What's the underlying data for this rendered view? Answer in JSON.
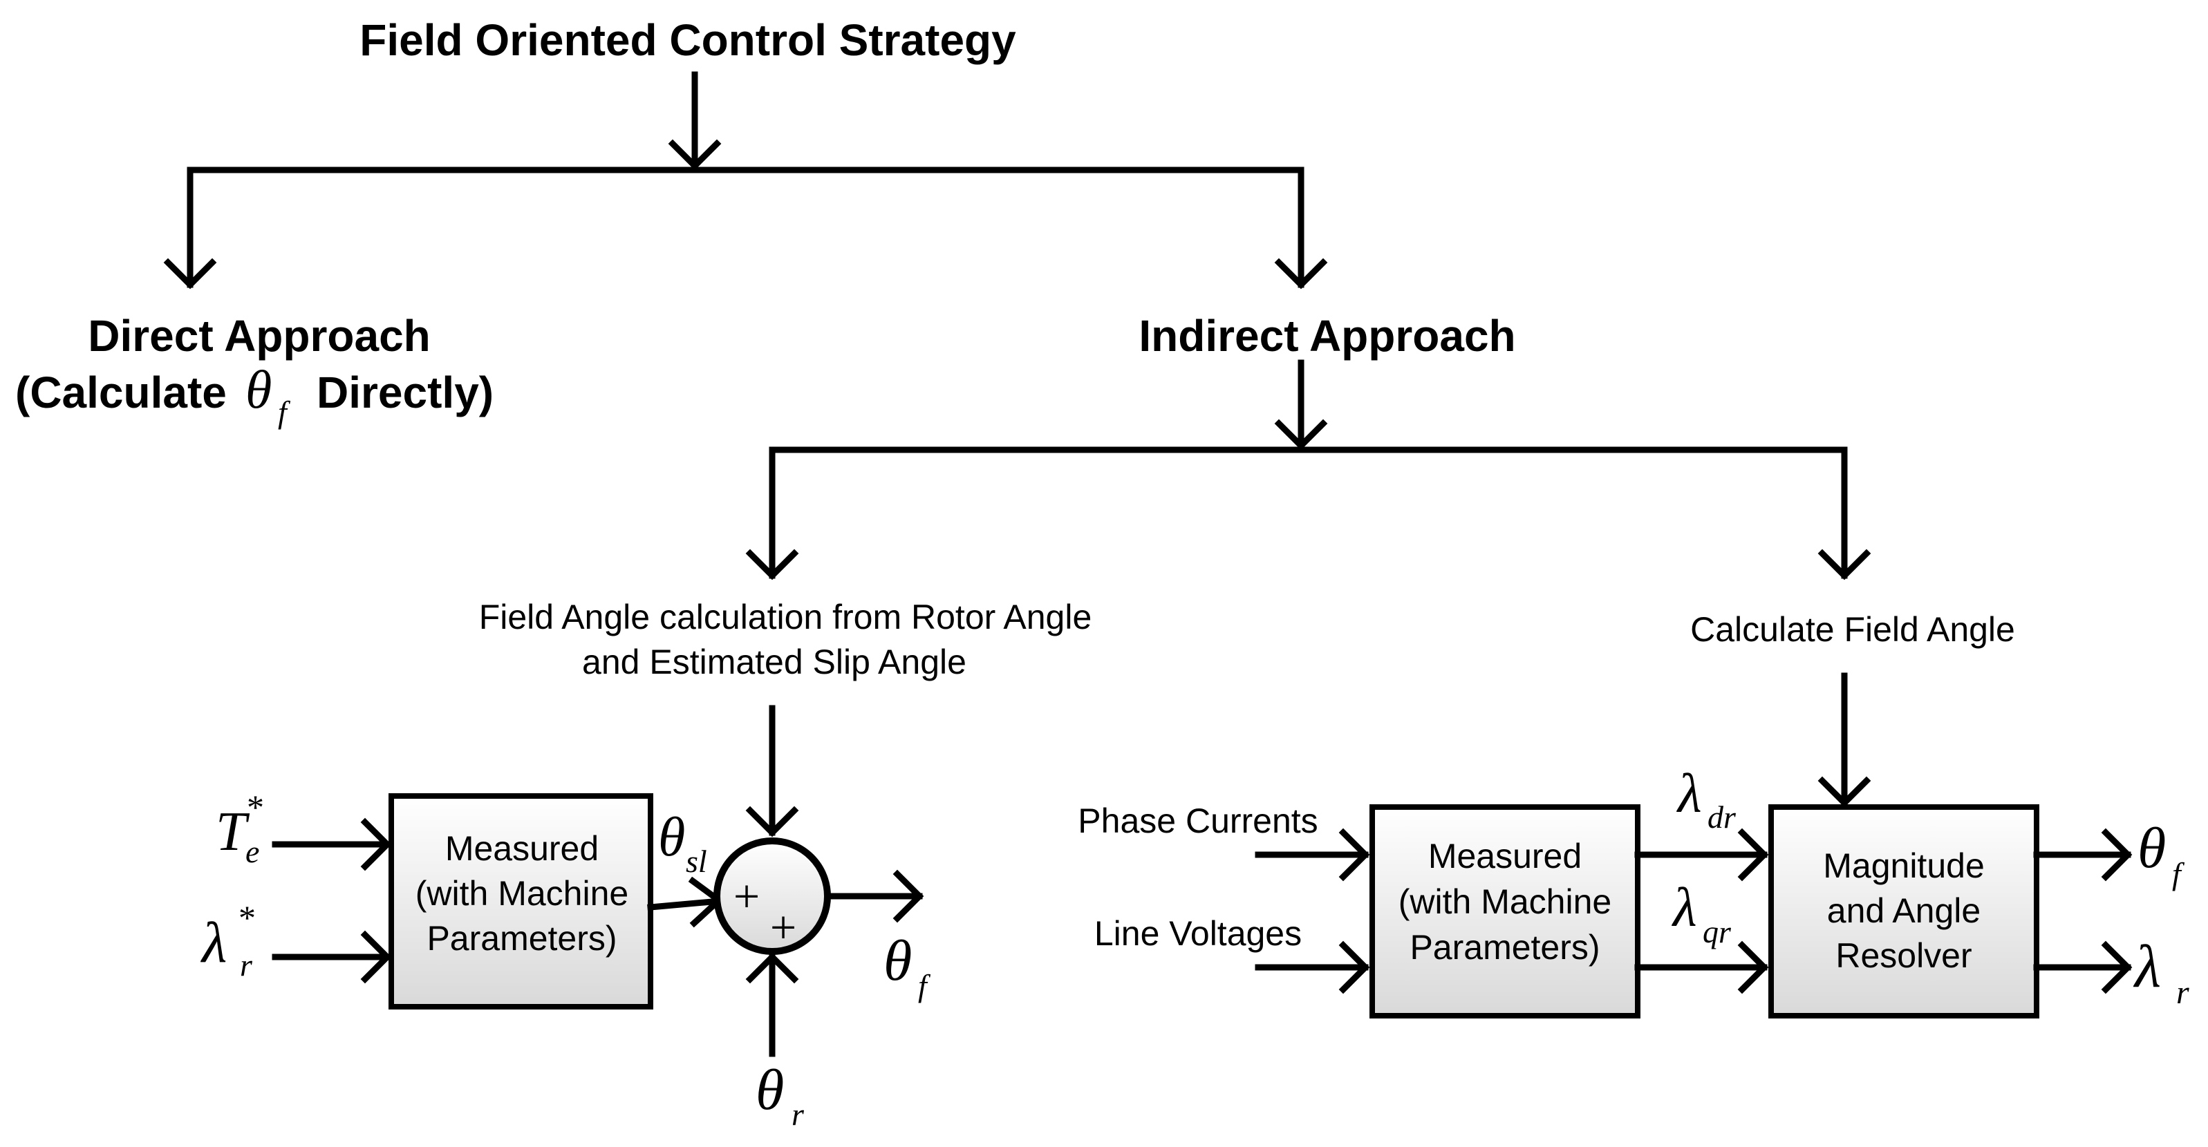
{
  "title": "Field Oriented Control Strategy",
  "direct": {
    "line1": "Direct Approach",
    "line2_prefix": "(Calculate",
    "line2_symbol": "θ",
    "line2_sub": "f",
    "line2_suffix": "Directly)"
  },
  "indirect": {
    "label": "Indirect Approach"
  },
  "left_branch": {
    "caption_line1": "Field Angle calculation from Rotor Angle",
    "caption_line2": "and Estimated Slip Angle",
    "input1": {
      "symbol": "T",
      "sub": "e",
      "sup": "*"
    },
    "input2": {
      "symbol": "λ",
      "sub": "r",
      "sup": "*"
    },
    "box": {
      "line1": "Measured",
      "line2": "(with Machine",
      "line3": "Parameters)"
    },
    "box_output": {
      "symbol": "θ",
      "sub": "sl"
    },
    "sum_signs": [
      "+",
      "+"
    ],
    "rotor_input": {
      "symbol": "θ",
      "sub": "r"
    },
    "output": {
      "symbol": "θ",
      "sub": "f"
    }
  },
  "right_branch": {
    "caption": "Calculate Field Angle",
    "input1": "Phase Currents",
    "input2": "Line Voltages",
    "box1": {
      "line1": "Measured",
      "line2": "(with Machine",
      "line3": "Parameters)"
    },
    "flux_d": {
      "symbol": "λ",
      "sub": "dr"
    },
    "flux_q": {
      "symbol": "λ",
      "sub": "qr"
    },
    "box2": {
      "line1": "Magnitude",
      "line2": "and Angle",
      "line3": "Resolver"
    },
    "output1": {
      "symbol": "θ",
      "sub": "f"
    },
    "output2": {
      "symbol": "λ",
      "sub": "r"
    }
  },
  "colors": {
    "line": "#000000",
    "box_fill_top": "#ffffff",
    "box_fill_bottom": "#d9d9d9"
  }
}
